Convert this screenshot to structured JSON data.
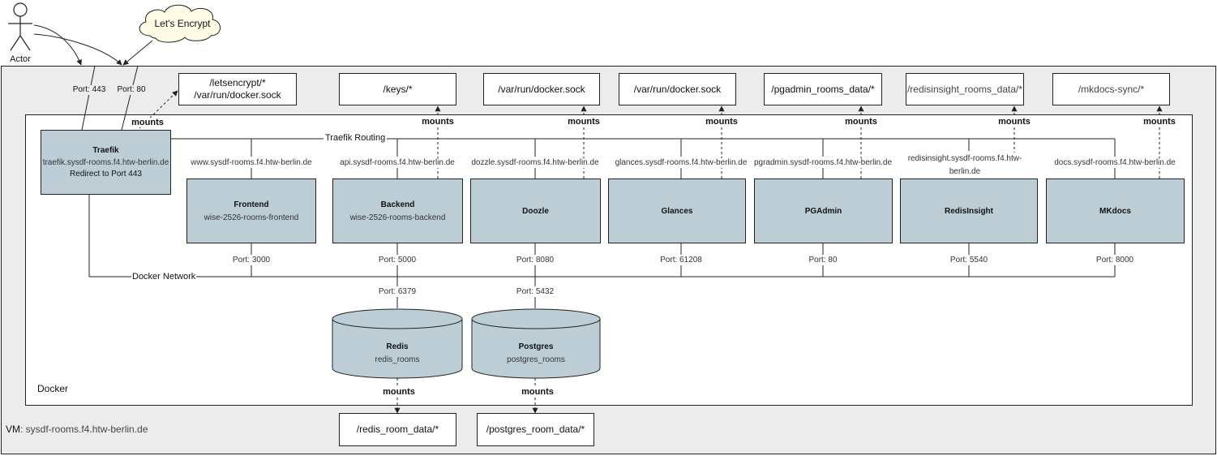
{
  "actor": {
    "label": "Actor"
  },
  "cloud": {
    "label": "Let's Encrypt"
  },
  "vm": {
    "label_prefix": "VM",
    "label_rest": ": sysdf-rooms.f4.htw-berlin.de"
  },
  "docker": {
    "label": "Docker"
  },
  "ports_in": {
    "https": "Port: 443",
    "http": "Port: 80"
  },
  "traefik": {
    "name": "Traefik",
    "host": "traefik.sysdf-rooms.f4.htw-berlin.de",
    "redirect": "Redirect to Port 443",
    "routing_label": "Traefik Routing",
    "mounts_label": "mounts"
  },
  "network_label": "Docker Network",
  "top_volumes": [
    {
      "line1": "/letsencrypt/*",
      "line2": "/var/run/docker.sock"
    },
    {
      "line1": "/keys/*"
    },
    {
      "line1": "/var/run/docker.sock"
    },
    {
      "line1": "/var/run/docker.sock"
    },
    {
      "line1": "/pgadmin_rooms_data/*"
    },
    {
      "line1": "/redisinsight_rooms_data/*"
    },
    {
      "line1": "/mkdocs-sync/*"
    }
  ],
  "services": [
    {
      "name": "Frontend",
      "sub": "wise-2526-rooms-frontend",
      "host": "www.sysdf-rooms.f4.htw-berlin.de",
      "port": "Port: 3000"
    },
    {
      "name": "Backend",
      "sub": "wise-2526-rooms-backend",
      "host": "api.sysdf-rooms.f4.htw-berlin.de",
      "port": "Port: 5000",
      "mounts": "mounts"
    },
    {
      "name": "Doozle",
      "host": "dozzle.sysdf-rooms.f4.htw-berlin.de",
      "port": "Port: 8080",
      "mounts": "mounts"
    },
    {
      "name": "Glances",
      "host": "glances.sysdf-rooms.f4.htw-berlin.de",
      "port": "Port: 61208",
      "mounts": "mounts"
    },
    {
      "name": "PGAdmin",
      "host": "pgradmin.sysdf-rooms.f4.htw-berlin.de",
      "port": "Port: 80",
      "mounts": "mounts"
    },
    {
      "name": "RedisInsight",
      "host_line1": "redisinsight.sysdf-rooms.f4.htw-",
      "host_line2": "berlin.de",
      "port": "Port: 5540",
      "mounts": "mounts"
    },
    {
      "name": "MKdocs",
      "host": "docs.sysdf-rooms.f4.htw-berlin.de",
      "port": "Port: 8000",
      "mounts": "mounts"
    }
  ],
  "databases": [
    {
      "name": "Redis",
      "sub": "redis_rooms",
      "port": "Port: 6379",
      "mounts": "mounts",
      "volume": "/redis_room_data/*"
    },
    {
      "name": "Postgres",
      "sub": "postgres_rooms",
      "port": "Port: 5432",
      "mounts": "mounts",
      "volume": "/postgres_room_data/*"
    }
  ],
  "colors": {
    "service_fill": "#bccdd6",
    "vm_fill": "#ececec",
    "docker_fill": "#ffffff",
    "line": "#222222"
  }
}
